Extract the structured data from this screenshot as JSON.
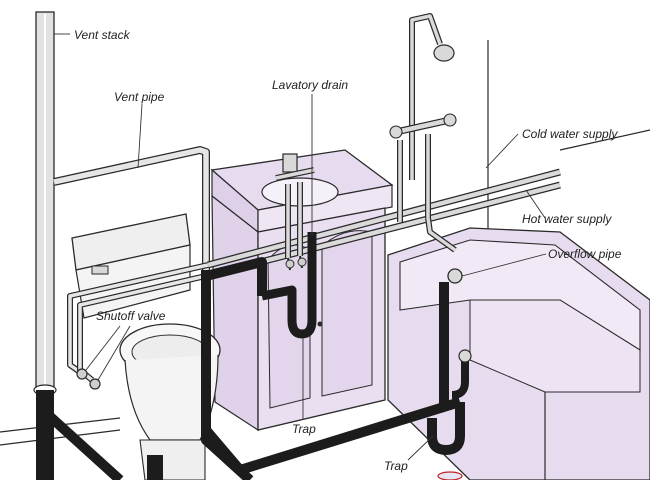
{
  "labels": {
    "vent_stack": "Vent stack",
    "vent_pipe": "Vent pipe",
    "lavatory_drain": "Lavatory drain",
    "cold_water_supply": "Cold water supply",
    "hot_water_supply": "Hot water supply",
    "overflow_pipe": "Overflow pipe",
    "shutoff_valve": "Shutoff valve",
    "trap_sink": "Trap",
    "trap_tub": "Trap"
  },
  "colors": {
    "fixture_fill": "#e7dcef",
    "wall_fill": "#ffffff",
    "drain_pipe": "#1c1c1c",
    "supply_pipe": "#cfcfcf"
  }
}
